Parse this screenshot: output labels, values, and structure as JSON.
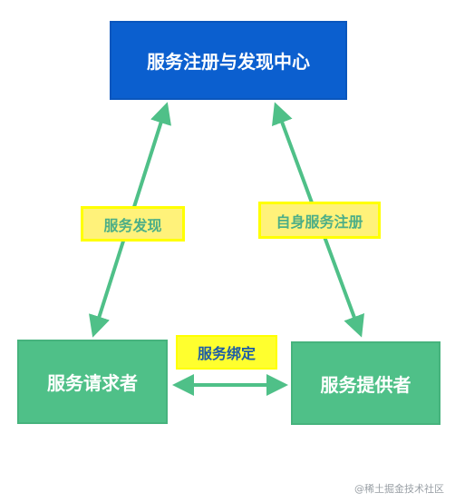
{
  "nodes": {
    "registry": "服务注册与发现中心",
    "consumer": "服务请求者",
    "provider": "服务提供者"
  },
  "labels": {
    "discovery": "服务发现",
    "register": "自身服务注册",
    "bind": "服务绑定"
  },
  "watermark": "@稀土掘金技术社区",
  "colors": {
    "registry_fill": "#0b5fcf",
    "node_fill": "#4fc088",
    "arrow": "#4fc088",
    "label_bg": "#fff27a",
    "label_border": "#ffff00"
  }
}
